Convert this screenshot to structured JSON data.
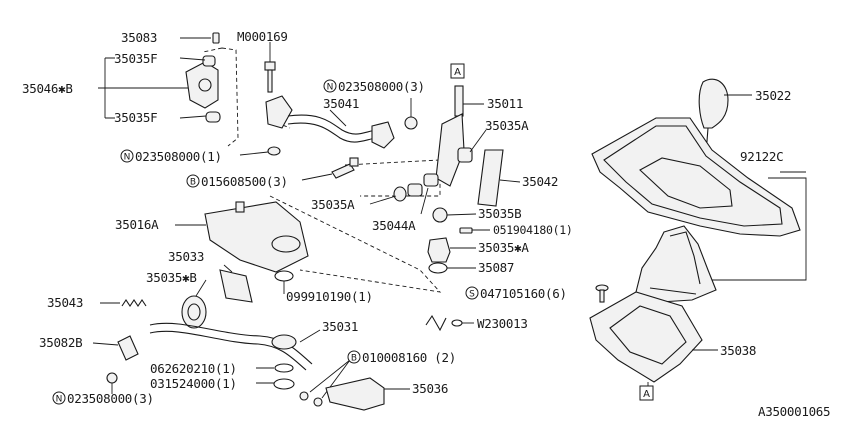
{
  "diagram_id": "A350001065",
  "ref_box_letter": "A",
  "labels": {
    "p35083": "35083",
    "m000169": "M000169",
    "p35046": "35046✱B",
    "p35035f_top": "35035F",
    "p35035f_bot": "35035F",
    "p023508000_3_top": "023508000(3)",
    "p35041": "35041",
    "p35011": "35011",
    "p35022": "35022",
    "p35035a_right": "35035A",
    "p023508000_1": "023508000(1)",
    "p015608500_3": "015608500(3)",
    "p35042": "35042",
    "p92122c": "92122C",
    "p35035a_mid": "35035A",
    "p35044a": "35044A",
    "p35035b": "35035B",
    "p35016a": "35016A",
    "p051904180": "051904180(1)",
    "p35035a_star": "35035✱A",
    "p35033": "35033",
    "p35087": "35087",
    "p35035b_star": "35035✱B",
    "p099910190": "099910190(1)",
    "p047105160": "047105160(6)",
    "p35043": "35043",
    "pw230013": "W230013",
    "p35031": "35031",
    "p35082b": "35082B",
    "p35038": "35038",
    "p062620210": "062620210(1)",
    "p010008160": "010008160 (2)",
    "p031524000": "031524000(1)",
    "p35036": "35036",
    "p023508000_3_bot": "023508000(3)"
  },
  "prefix_symbols": {
    "n": "N",
    "b": "B",
    "s": "S"
  }
}
